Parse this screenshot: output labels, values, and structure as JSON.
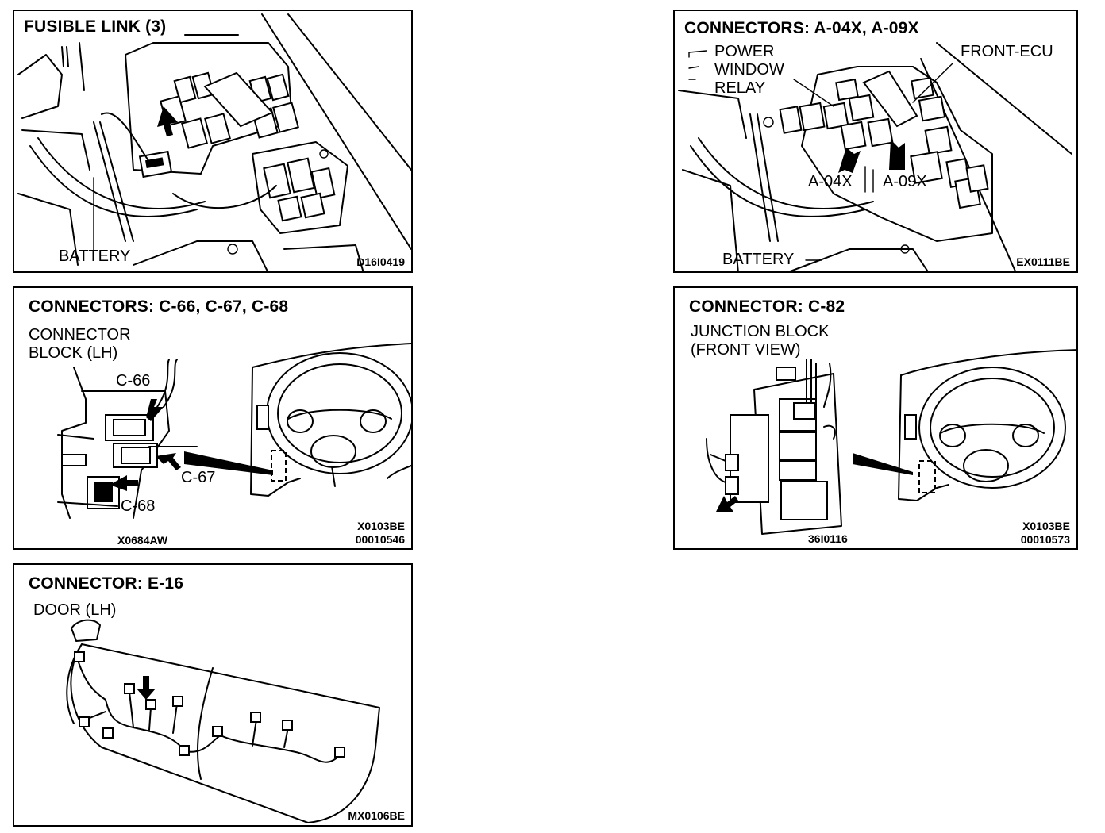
{
  "panels": {
    "fusible_link": {
      "title": "FUSIBLE LINK (3)",
      "battery_label": "BATTERY",
      "figure_code": "D16I0419"
    },
    "connectors_a": {
      "title": "CONNECTORS: A-04X, A-09X",
      "power_window_relay": [
        "POWER",
        "WINDOW",
        "RELAY"
      ],
      "front_ecu_label": "FRONT-ECU",
      "a04x_label": "A-04X",
      "a09x_label": "A-09X",
      "battery_label": "BATTERY",
      "figure_code": "EX0111BE"
    },
    "connectors_c": {
      "title": "CONNECTORS: C-66, C-67, C-68",
      "block_label": [
        "CONNECTOR",
        "BLOCK (LH)"
      ],
      "c66_label": "C-66",
      "c67_label": "C-67",
      "c68_label": "C-68",
      "figure_code_left": "X0684AW",
      "figure_code_right": [
        "X0103BE",
        "00010546"
      ]
    },
    "connector_c82": {
      "title": "CONNECTOR: C-82",
      "junction_label": [
        "JUNCTION BLOCK",
        "(FRONT VIEW)"
      ],
      "figure_code_left": "36I0116",
      "figure_code_right": [
        "X0103BE",
        "00010573"
      ]
    },
    "connector_e16": {
      "title": "CONNECTOR: E-16",
      "door_label": "DOOR (LH)",
      "figure_code": "MX0106BE"
    }
  }
}
